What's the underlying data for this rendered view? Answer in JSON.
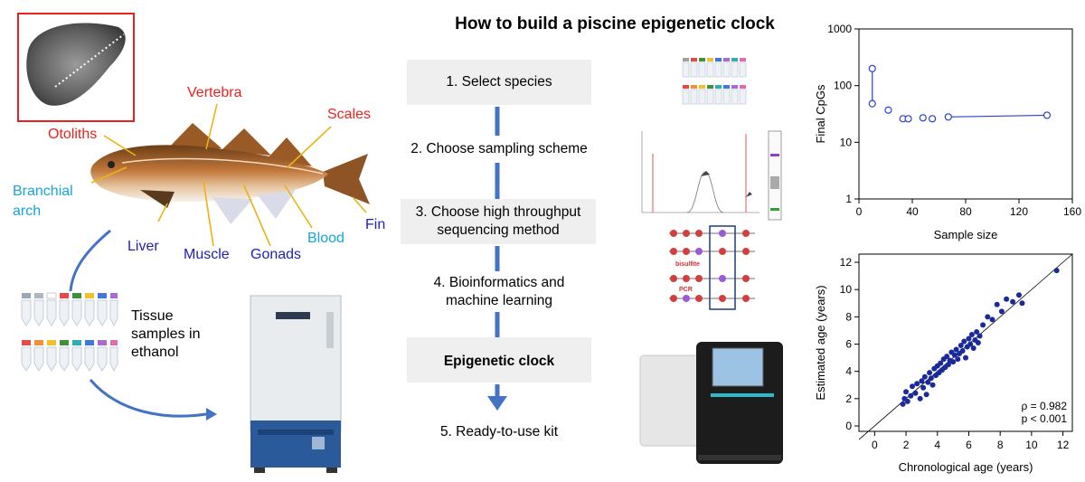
{
  "title": "How to build a piscine epigenetic clock",
  "fish_labels": {
    "otoliths": "Otoliths",
    "vertebra": "Vertebra",
    "scales": "Scales",
    "branchial_arch": "Branchial arch",
    "fin": "Fin",
    "liver": "Liver",
    "muscle": "Muscle",
    "gonads": "Gonads",
    "blood": "Blood"
  },
  "colors": {
    "red_label": "#e8231f",
    "cyan_label": "#16a6d6",
    "blue_label": "#1f1fb0",
    "arrow_blue": "#4472c4"
  },
  "tissue_text": "Tissue samples in ethanol",
  "steps": [
    {
      "text": "1. Select species"
    },
    {
      "text": "2. Choose sampling scheme"
    },
    {
      "text": "3. Choose high throughput sequencing method"
    },
    {
      "text": "4. Bioinformatics and machine learning"
    },
    {
      "text": "Epigenetic clock"
    },
    {
      "text": "5. Ready-to-use kit"
    }
  ],
  "bisulfite_labels": {
    "bisulfite": "bisulfite",
    "pcr": "PCR"
  },
  "chart_data": [
    {
      "type": "scatter",
      "xlabel": "Sample size",
      "ylabel": "Final CpGs",
      "yscale": "log",
      "xlim": [
        0,
        160
      ],
      "ylim": [
        1,
        1000
      ],
      "xticks": [
        0,
        40,
        80,
        120,
        160
      ],
      "yticks": [
        1,
        10,
        100,
        1000
      ],
      "points": [
        {
          "x": 10,
          "y": 200
        },
        {
          "x": 10,
          "y": 48
        },
        {
          "x": 22,
          "y": 37
        },
        {
          "x": 33,
          "y": 26
        },
        {
          "x": 37,
          "y": 26
        },
        {
          "x": 48,
          "y": 27
        },
        {
          "x": 55,
          "y": 26
        },
        {
          "x": 67,
          "y": 28
        },
        {
          "x": 141,
          "y": 30
        }
      ],
      "grid": false
    },
    {
      "type": "scatter",
      "xlabel": "Chronological age (years)",
      "ylabel": "Estimated age (years)",
      "xlim": [
        -1,
        12.6
      ],
      "ylim": [
        -0.4,
        12.6
      ],
      "xticks": [
        0,
        2,
        4,
        6,
        8,
        10,
        12
      ],
      "yticks": [
        0,
        2,
        4,
        6,
        8,
        10,
        12
      ],
      "annotation_rho": "ρ = 0.982",
      "annotation_p": "p < 0.001",
      "points": [
        {
          "x": 1.8,
          "y": 1.6
        },
        {
          "x": 1.9,
          "y": 2.0
        },
        {
          "x": 2.1,
          "y": 1.8
        },
        {
          "x": 2.0,
          "y": 2.5
        },
        {
          "x": 2.3,
          "y": 2.2
        },
        {
          "x": 2.4,
          "y": 2.9
        },
        {
          "x": 2.6,
          "y": 2.4
        },
        {
          "x": 2.7,
          "y": 3.1
        },
        {
          "x": 2.9,
          "y": 2.0
        },
        {
          "x": 3.0,
          "y": 3.3
        },
        {
          "x": 3.1,
          "y": 2.8
        },
        {
          "x": 3.2,
          "y": 3.6
        },
        {
          "x": 3.3,
          "y": 2.3
        },
        {
          "x": 3.4,
          "y": 3.2
        },
        {
          "x": 3.5,
          "y": 3.9
        },
        {
          "x": 3.6,
          "y": 3.5
        },
        {
          "x": 3.7,
          "y": 3.0
        },
        {
          "x": 3.8,
          "y": 4.2
        },
        {
          "x": 3.9,
          "y": 3.7
        },
        {
          "x": 4.0,
          "y": 4.4
        },
        {
          "x": 4.1,
          "y": 3.9
        },
        {
          "x": 4.2,
          "y": 4.6
        },
        {
          "x": 4.3,
          "y": 4.1
        },
        {
          "x": 4.4,
          "y": 4.9
        },
        {
          "x": 4.5,
          "y": 4.3
        },
        {
          "x": 4.6,
          "y": 5.1
        },
        {
          "x": 4.7,
          "y": 4.5
        },
        {
          "x": 4.8,
          "y": 4.8
        },
        {
          "x": 4.9,
          "y": 5.4
        },
        {
          "x": 5.0,
          "y": 4.7
        },
        {
          "x": 5.1,
          "y": 5.2
        },
        {
          "x": 5.2,
          "y": 5.6
        },
        {
          "x": 5.3,
          "y": 4.9
        },
        {
          "x": 5.4,
          "y": 5.3
        },
        {
          "x": 5.5,
          "y": 5.9
        },
        {
          "x": 5.6,
          "y": 5.5
        },
        {
          "x": 5.7,
          "y": 6.2
        },
        {
          "x": 5.8,
          "y": 5.0
        },
        {
          "x": 5.9,
          "y": 5.8
        },
        {
          "x": 6.0,
          "y": 6.4
        },
        {
          "x": 6.1,
          "y": 6.0
        },
        {
          "x": 6.2,
          "y": 6.7
        },
        {
          "x": 6.3,
          "y": 5.7
        },
        {
          "x": 6.4,
          "y": 6.3
        },
        {
          "x": 6.5,
          "y": 6.9
        },
        {
          "x": 6.6,
          "y": 6.1
        },
        {
          "x": 6.7,
          "y": 6.6
        },
        {
          "x": 6.9,
          "y": 7.4
        },
        {
          "x": 7.2,
          "y": 8.0
        },
        {
          "x": 7.5,
          "y": 7.8
        },
        {
          "x": 7.8,
          "y": 8.9
        },
        {
          "x": 8.1,
          "y": 8.4
        },
        {
          "x": 8.4,
          "y": 9.3
        },
        {
          "x": 8.8,
          "y": 9.1
        },
        {
          "x": 9.2,
          "y": 9.6
        },
        {
          "x": 9.4,
          "y": 9.0
        },
        {
          "x": 11.6,
          "y": 11.4
        }
      ],
      "identity_line": true,
      "grid": false
    }
  ]
}
